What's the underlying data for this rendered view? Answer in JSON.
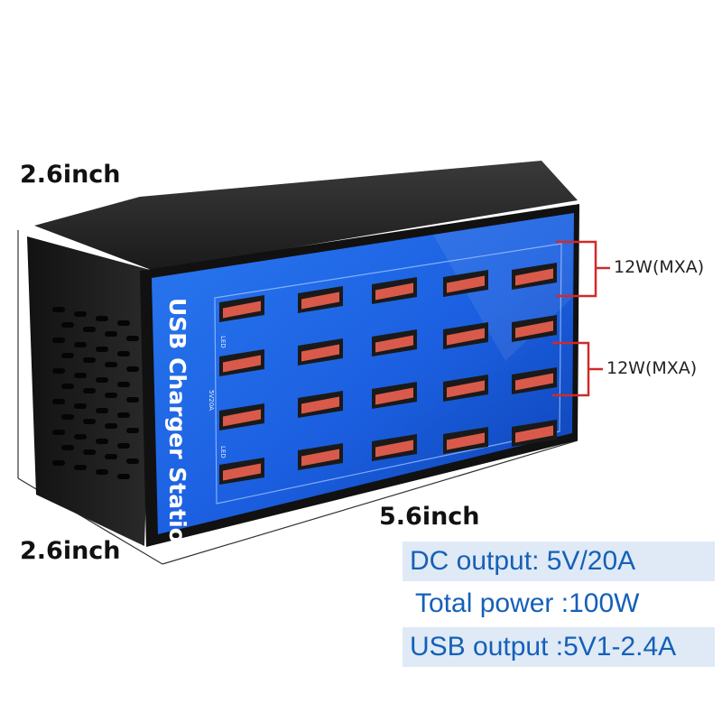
{
  "product": {
    "label": "USB Charger Station",
    "port_count": 20,
    "marks": {
      "led_top": "LED",
      "led_bottom": "LED",
      "rating": "5V20A"
    }
  },
  "dimensions": {
    "height": "2.6inch",
    "depth": "2.6inch",
    "length": "5.6inch"
  },
  "annotations": [
    {
      "text": "12W(MXA)"
    },
    {
      "text": "12W(MXA)"
    }
  ],
  "specs": [
    {
      "text": "DC output: 5V/20A",
      "highlighted": true
    },
    {
      "text": "Total power :100W",
      "highlighted": false
    },
    {
      "text": "USB output :5V1-2.4A",
      "highlighted": true
    }
  ],
  "colors": {
    "panel": "#1b5fe0",
    "panel_dark": "#0c3fae",
    "body": "#1c1c1c",
    "port": "#d95a4a",
    "bracket": "#d12a2a",
    "spec_text": "#1560b8",
    "spec_box": "#dfeaf6"
  }
}
